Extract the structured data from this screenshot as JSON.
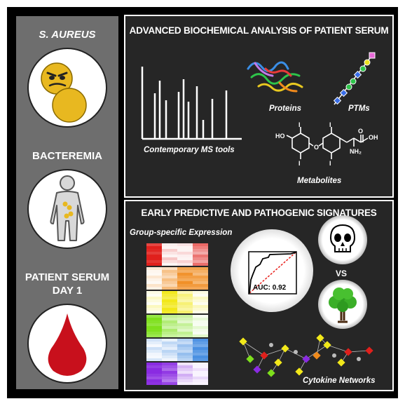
{
  "left": {
    "section1": "S. AUREUS",
    "section2": "BACTEREMIA",
    "section3_line1": "PATIENT SERUM",
    "section3_line2": "DAY 1"
  },
  "top": {
    "title": "ADVANCED BIOCHEMICAL ANALYSIS OF PATIENT SERUM",
    "ms_label": "Contemporary MS tools",
    "proteins_label": "Proteins",
    "ptms_label": "PTMs",
    "metabolites_label": "Metabolites",
    "chem": {
      "ho": "HO",
      "i": "I",
      "o": "O",
      "oh": "OH",
      "o2": "O",
      "nh2": "NH₂"
    }
  },
  "bottom": {
    "title": "EARLY PREDICTIVE AND PATHOGENIC SIGNATURES",
    "group_label": "Group-specific Expression",
    "auc_label": "AUC: 0.92",
    "vs_label": "VS",
    "cytokine_label": "Cytokine Networks"
  },
  "colors": {
    "heatmap": [
      "#e0201c",
      "#f08a1c",
      "#f2e81a",
      "#7ee01c",
      "#4a90e2",
      "#8a2be2"
    ]
  }
}
